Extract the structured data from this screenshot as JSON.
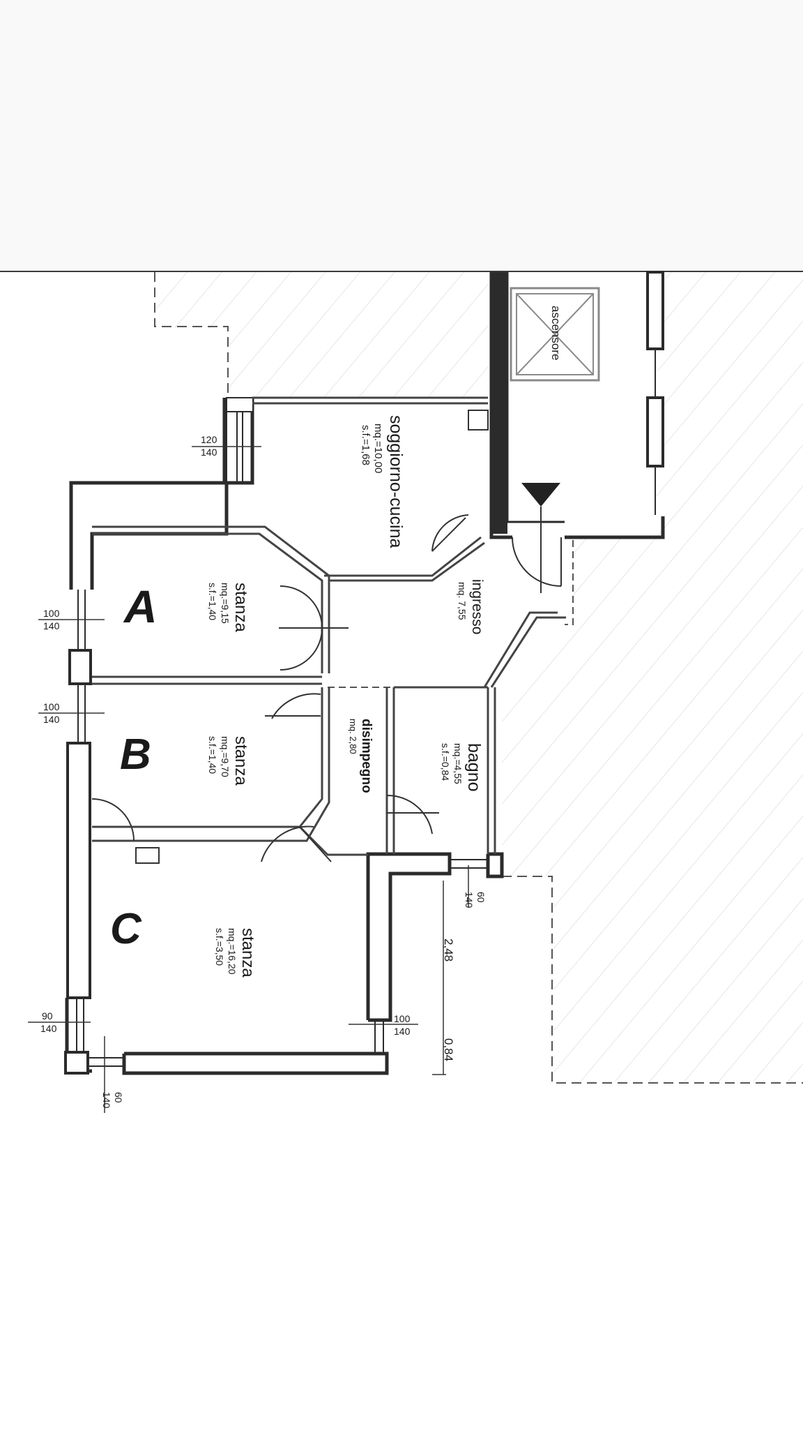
{
  "rooms": {
    "soggiorno": {
      "name": "soggiorno-cucina",
      "mq": "mq.=10,00",
      "sf": "s.f.=1,68"
    },
    "ingresso": {
      "name": "ingresso",
      "mq": "mq. 7,55"
    },
    "stanza_a": {
      "name": "stanza",
      "mq": "mq.=9,15",
      "sf": "s.f.=1,40",
      "letter": "A"
    },
    "stanza_b": {
      "name": "stanza",
      "mq": "mq.=9,70",
      "sf": "s.f.=1,40",
      "letter": "B"
    },
    "stanza_c": {
      "name": "stanza",
      "mq": "mq.=16,20",
      "sf": "s.f.=3,50",
      "letter": "C"
    },
    "disimpegno": {
      "name": "disimpegno",
      "mq": "mq. 2,80"
    },
    "bagno": {
      "name": "bagno",
      "mq": "mq.=4,55",
      "sf": "s.f.=0,84"
    },
    "ascensore": {
      "name": "ascensore"
    }
  },
  "windows": {
    "soggiorno": {
      "w": "120",
      "h": "140"
    },
    "stanza_a": {
      "w": "100",
      "h": "140"
    },
    "stanza_b": {
      "w": "100",
      "h": "140"
    },
    "stanza_c_left": {
      "w": "90",
      "h": "140"
    },
    "stanza_c_bottom": {
      "w": "60",
      "h": "140"
    },
    "stanza_c_right": {
      "w": "100",
      "h": "140"
    },
    "bagno": {
      "w": "60",
      "h": "140"
    }
  },
  "dimensions": {
    "d1": "2,48",
    "d2": "0,84"
  },
  "colors": {
    "wall": "#2b2b2b",
    "line": "#555555",
    "hatch": "#d4d4d4",
    "arrow": "#222222"
  }
}
